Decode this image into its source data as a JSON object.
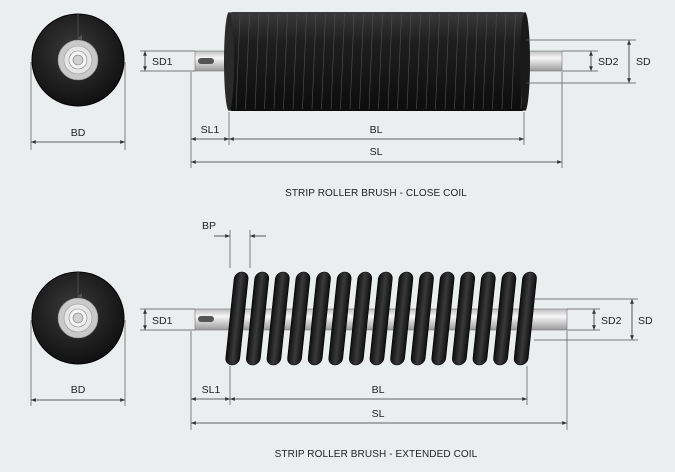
{
  "close_coil": {
    "caption": "STRIP ROLLER BRUSH - CLOSE COIL",
    "labels": {
      "sd1": "SD1",
      "sd2": "SD2",
      "sd": "SD",
      "bd": "BD",
      "sl1": "SL1",
      "bl": "BL",
      "sl": "SL"
    }
  },
  "extended_coil": {
    "caption": "STRIP ROLLER BRUSH - EXTENDED COIL",
    "labels": {
      "bp": "BP",
      "sd1": "SD1",
      "sd2": "SD2",
      "sd": "SD",
      "bd": "BD",
      "sl1": "SL1",
      "bl": "BL",
      "sl": "SL"
    }
  },
  "colors": {
    "background": "#ebeeee",
    "bristle": "#1c1c1c",
    "shaft": "#d8d8d8",
    "line": "#333333"
  }
}
